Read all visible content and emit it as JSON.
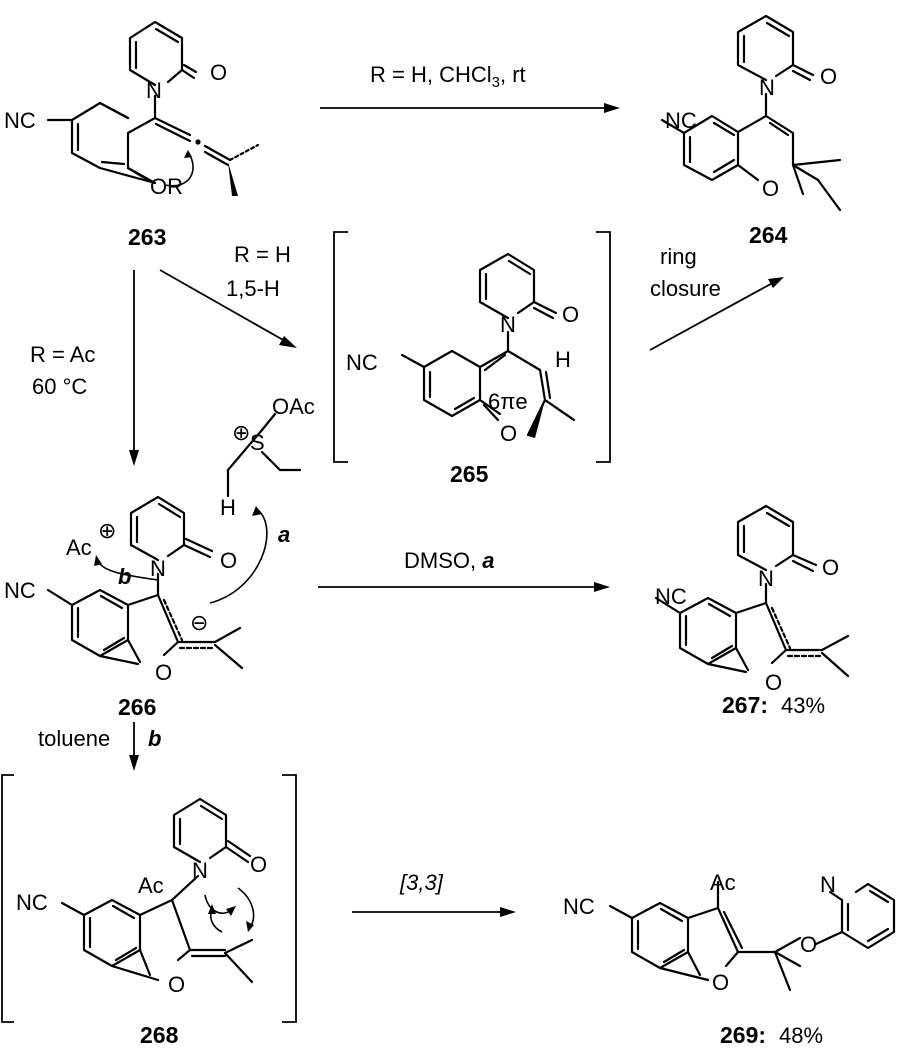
{
  "compounds": {
    "c263": {
      "number": "263"
    },
    "c264": {
      "number": "264"
    },
    "c265": {
      "number": "265"
    },
    "c266": {
      "number": "266"
    },
    "c267": {
      "number": "267:",
      "yield": "43%"
    },
    "c268": {
      "number": "268"
    },
    "c269": {
      "number": "269:",
      "yield": "48%"
    }
  },
  "atoms": {
    "N": "N",
    "O": "O",
    "NC": "NC",
    "OR": "OR",
    "H": "H",
    "Ac": "Ac",
    "S": "S",
    "OAc": "OAc",
    "plus": "⊕",
    "minus": "⊖",
    "sixpi": "6πe"
  },
  "conditions": {
    "to264": "R = H, CHCl",
    "to264_sub": "3",
    "to264_tail": ", rt",
    "to265_line1": "R = H",
    "to265_line2": "1,5-H",
    "to266_line1": "R = Ac",
    "to266_line2": "60 °C",
    "ring_closure_line1": "ring",
    "ring_closure_line2": "closure",
    "to267": "DMSO, ",
    "to267_path": "a",
    "to268": "toluene",
    "to268_path": "b",
    "to269": "[3,3]",
    "path_a": "a",
    "path_b": "b"
  }
}
